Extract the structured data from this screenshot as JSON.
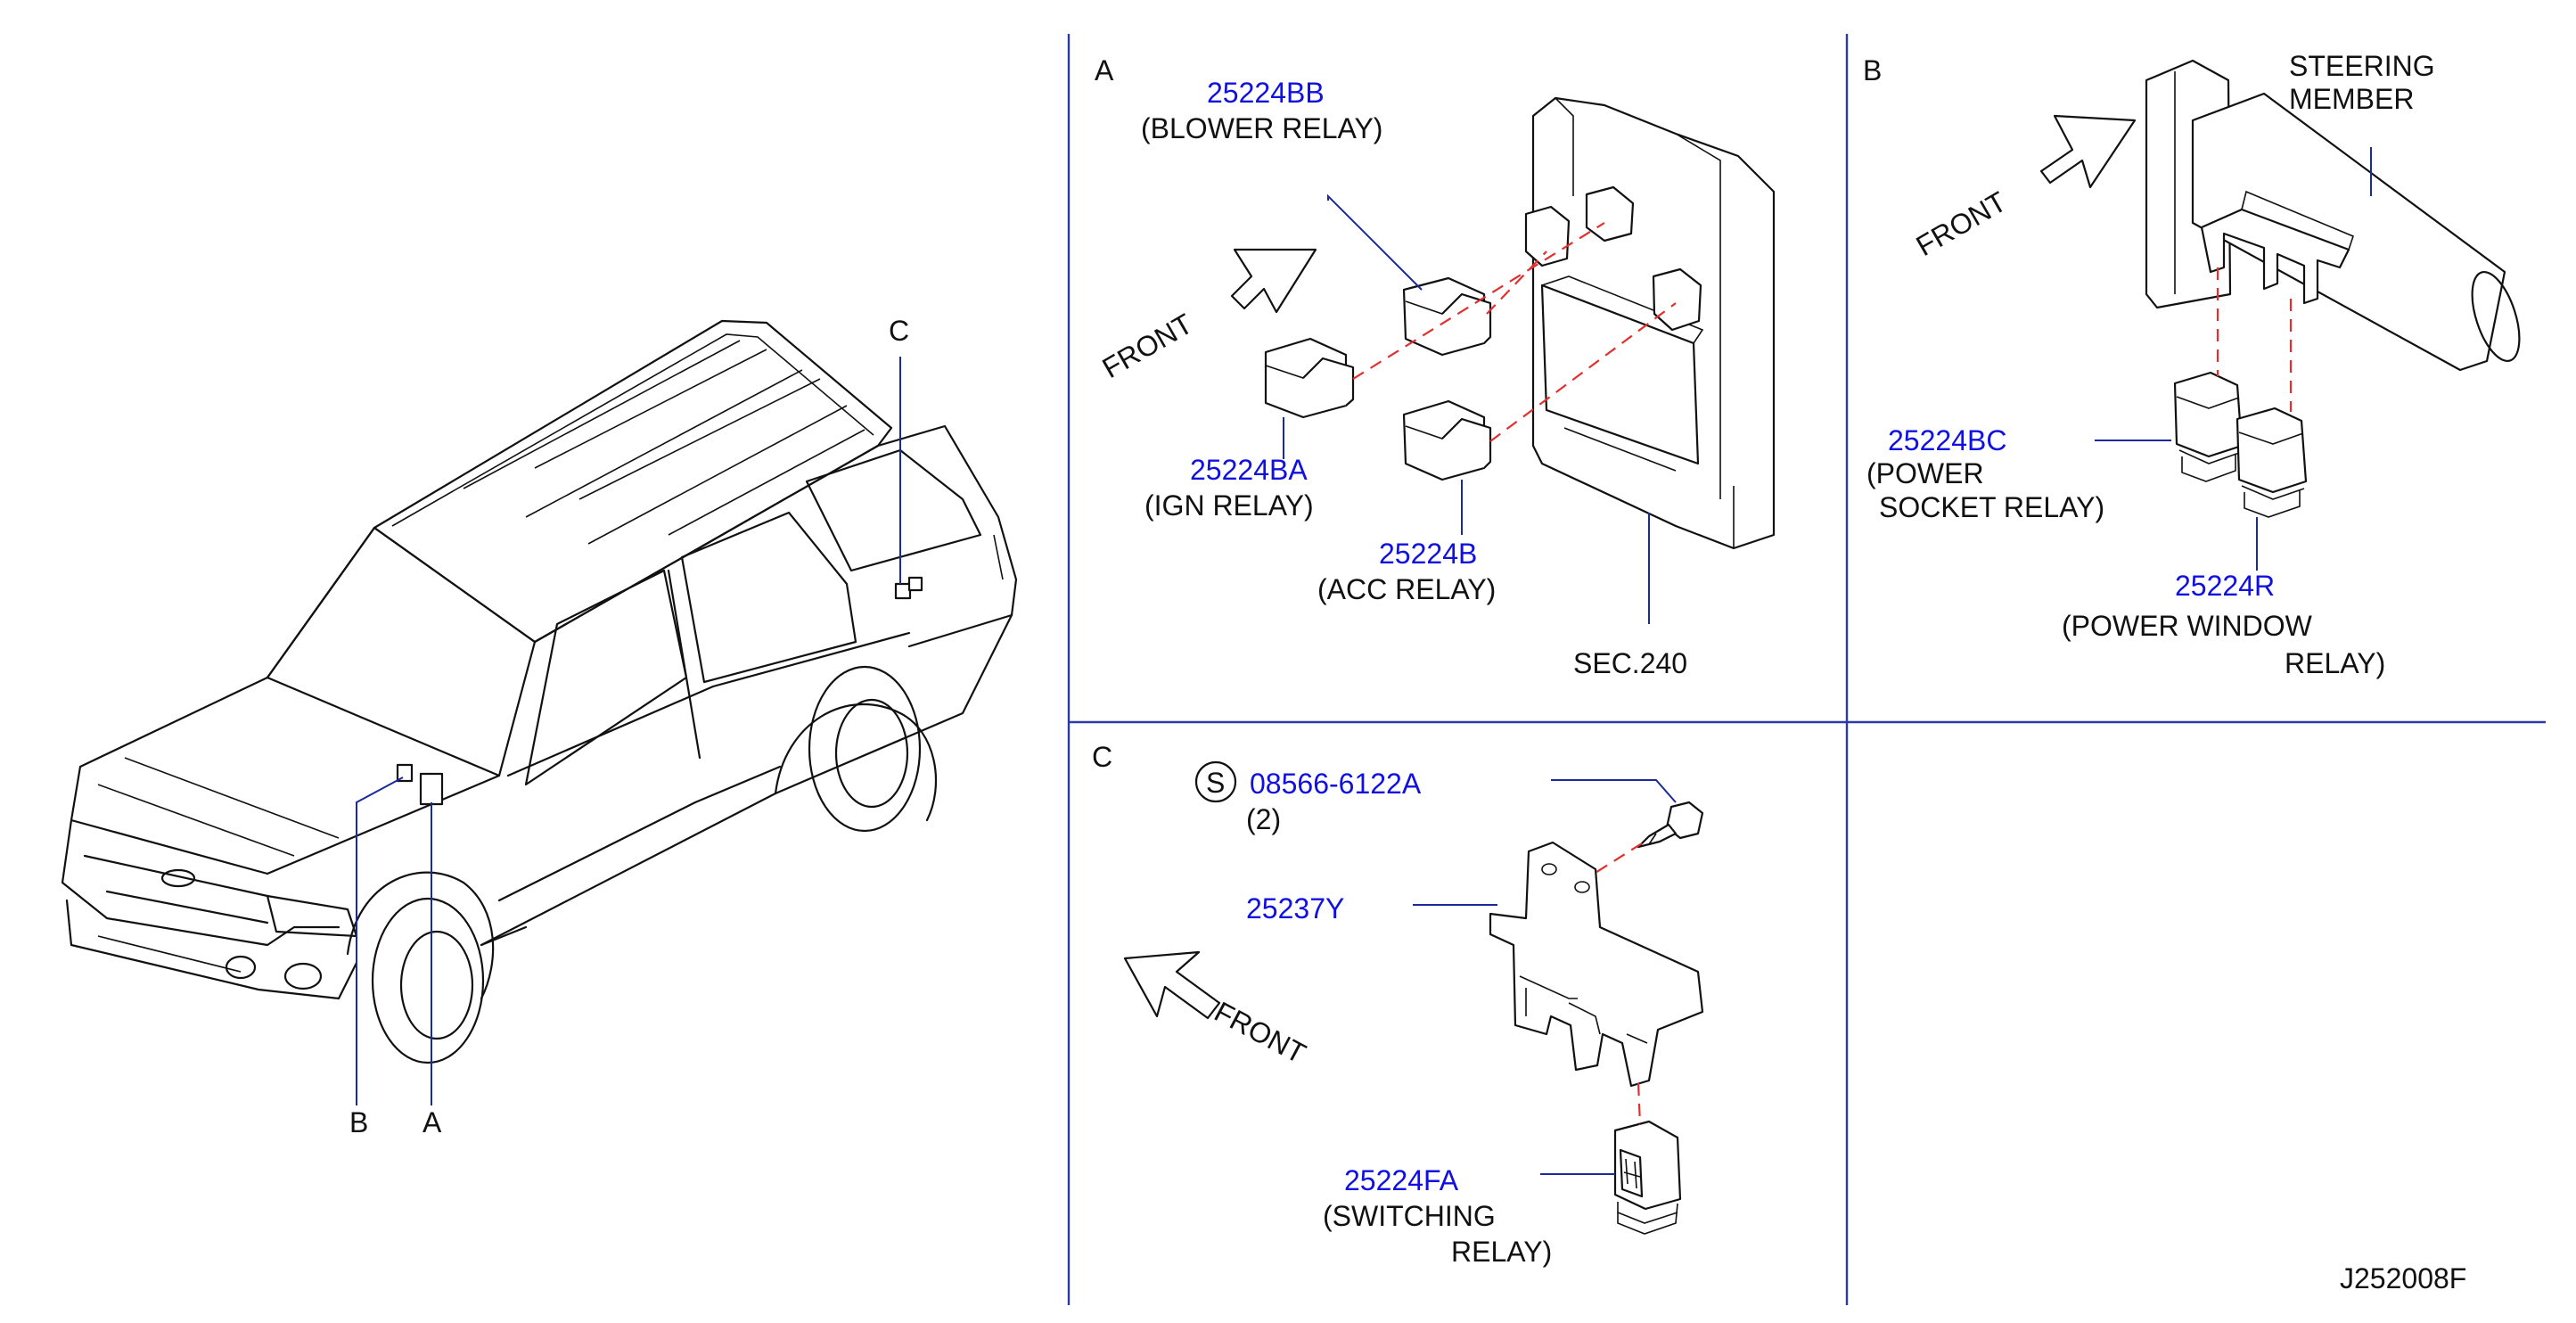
{
  "colors": {
    "part_number": "#1010e0",
    "text": "#111111",
    "divider": "#2a3aa8",
    "dashed_guide": "#e03030"
  },
  "vehicle": {
    "callout_a": "A",
    "callout_b": "B",
    "callout_c": "C"
  },
  "panel_a": {
    "letter": "A",
    "front": "FRONT",
    "blower_number": "25224BB",
    "blower_name": "(BLOWER RELAY)",
    "ign_number": "25224BA",
    "ign_name": "(IGN RELAY)",
    "acc_number": "25224B",
    "acc_name": "(ACC RELAY)",
    "section": "SEC.240"
  },
  "panel_b": {
    "letter": "B",
    "front": "FRONT",
    "steering_line1": "STEERING",
    "steering_line2": "MEMBER",
    "socket_number": "25224BC",
    "socket_line1": "(POWER",
    "socket_line2": "SOCKET RELAY)",
    "window_number": "25224R",
    "window_line1": "(POWER WINDOW",
    "window_line2": "RELAY)"
  },
  "panel_c": {
    "letter": "C",
    "front": "FRONT",
    "screw_symbol": "S",
    "screw_number": "08566-6122A",
    "screw_qty": "(2)",
    "bracket_number": "25237Y",
    "switch_number": "25224FA",
    "switch_line1": "(SWITCHING",
    "switch_line2": "RELAY)"
  },
  "diagram_id": "J252008F"
}
